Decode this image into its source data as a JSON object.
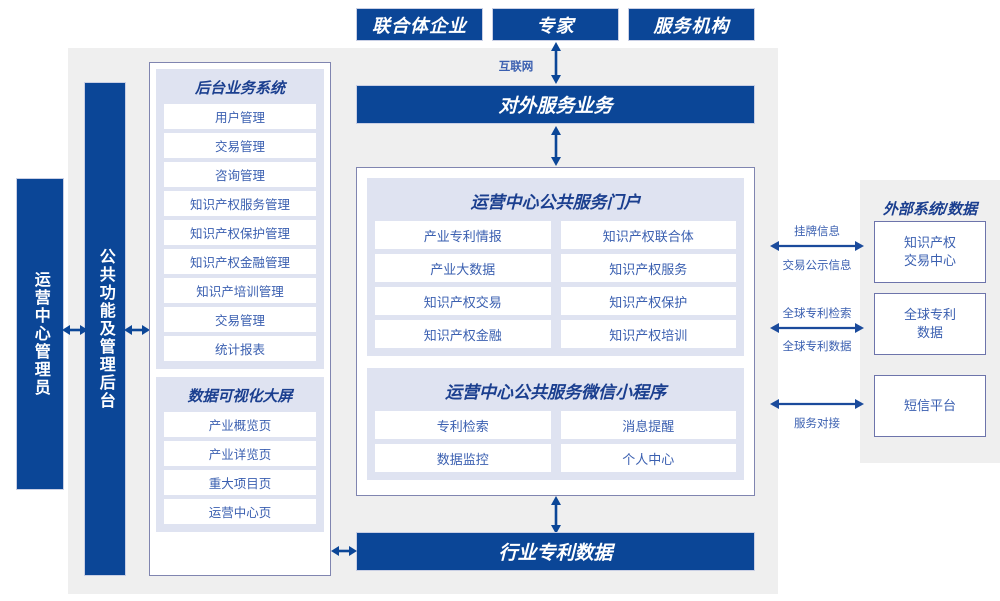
{
  "diagram": {
    "title_actors": [
      {
        "label": "联合体企业"
      },
      {
        "label": "专家"
      },
      {
        "label": "服务机构"
      }
    ],
    "internet_label": "互联网",
    "external_service_bar": "对外服务业务",
    "industry_data_bar": "行业专利数据",
    "rails": [
      {
        "label": "运营中心管理员"
      },
      {
        "label": "公共功能及管理后台"
      }
    ],
    "backend_group": {
      "title": "后台业务系统",
      "items": [
        "用户管理",
        "交易管理",
        "咨询管理",
        "知识产权服务管理",
        "知识产权保护管理",
        "知识产权金融管理",
        "知识产培训管理",
        "交易管理",
        "统计报表"
      ]
    },
    "visual_group": {
      "title": "数据可视化大屏",
      "items": [
        "产业概览页",
        "产业详览页",
        "重大项目页",
        "运营中心页"
      ]
    },
    "portal_group": {
      "title": "运营中心公共服务门户",
      "items": [
        "产业专利情报",
        "知识产权联合体",
        "产业大数据",
        "知识产权服务",
        "知识产权交易",
        "知识产权保护",
        "知识产权金融",
        "知识产权培训"
      ]
    },
    "miniapp_group": {
      "title": "运营中心公共服务微信小程序",
      "items": [
        "专利检索",
        "消息提醒",
        "数据监控",
        "个人中心"
      ]
    },
    "external_panel": {
      "title": "外部系统/数据",
      "boxes": [
        {
          "label": "知识产权\n交易中心"
        },
        {
          "label": "全球专利\n数据"
        },
        {
          "label": "短信平台"
        }
      ],
      "edges": [
        {
          "top": "挂牌信息",
          "bottom": "交易公示信息"
        },
        {
          "top": "全球专利检索",
          "bottom": "全球专利数据"
        },
        {
          "top": "",
          "bottom": "服务对接"
        }
      ]
    },
    "colors": {
      "brand_blue": "#0b4697",
      "panel_lavender": "#dfe3f1",
      "frame_gray": "#efefef",
      "cell_text": "#3a5fb0",
      "border_purple": "#8085b0"
    }
  }
}
